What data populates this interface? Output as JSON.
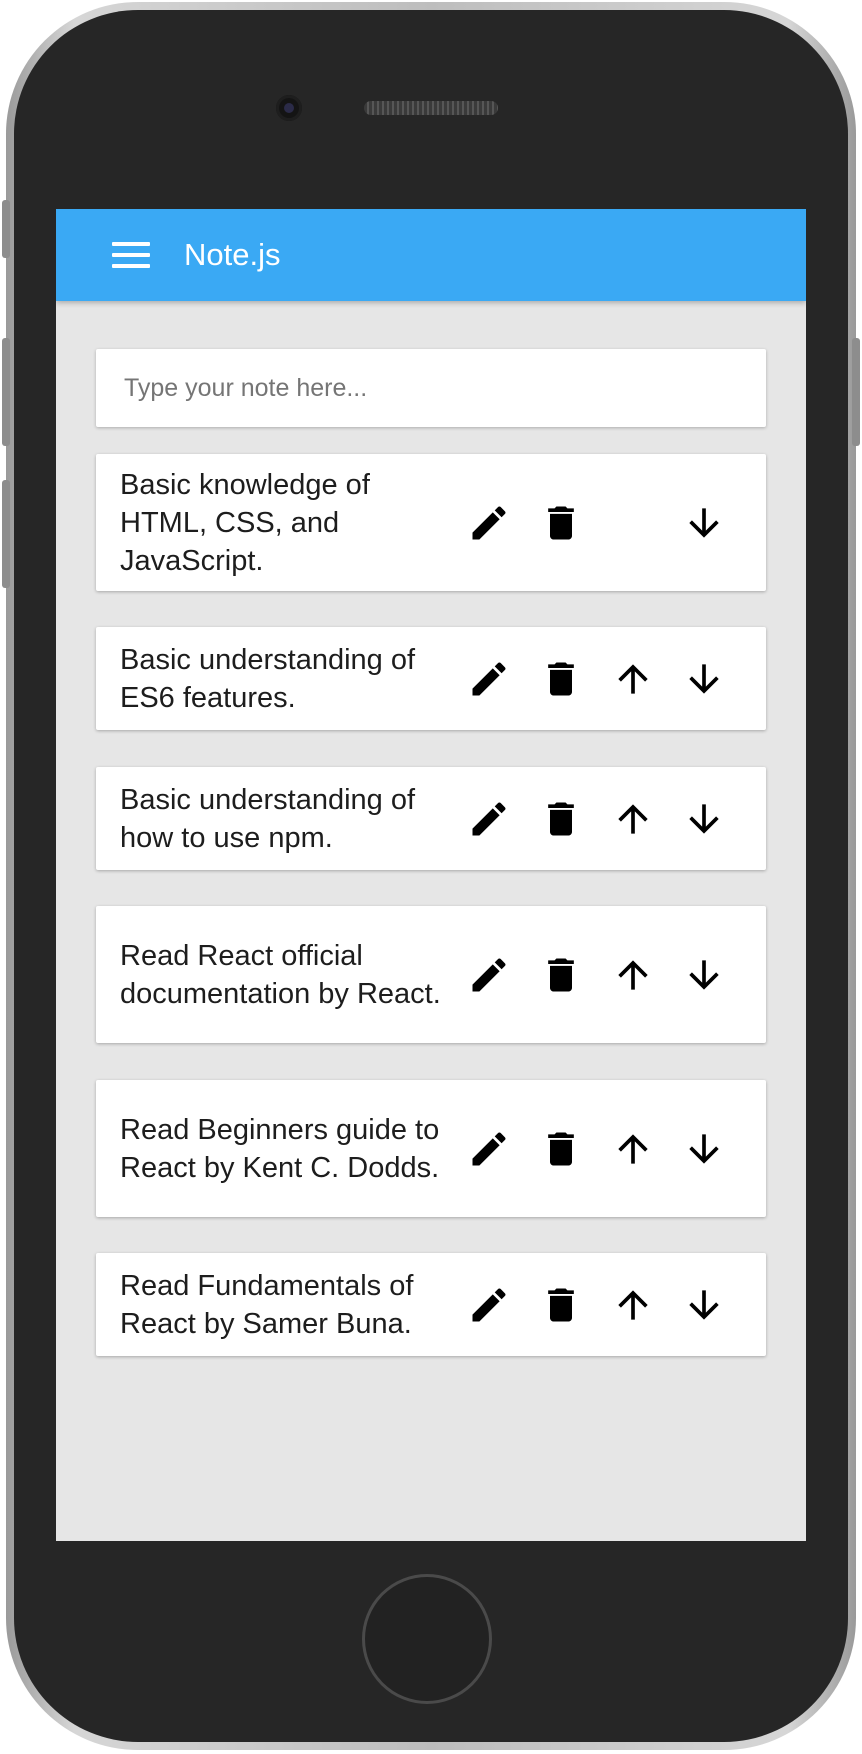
{
  "app": {
    "title": "Note.js",
    "accent_color": "#3aa9f4",
    "menu_icon": "hamburger-menu-icon"
  },
  "input": {
    "placeholder": "Type your note here...",
    "value": ""
  },
  "notes": [
    {
      "text": "Basic knowledge of HTML, CSS, and JavaScript.",
      "can_move_up": false,
      "can_move_down": true
    },
    {
      "text": "Basic understanding of ES6 features.",
      "can_move_up": true,
      "can_move_down": true
    },
    {
      "text": "Basic understanding of how to use npm.",
      "can_move_up": true,
      "can_move_down": true
    },
    {
      "text": "Read React official documentation by React.",
      "can_move_up": true,
      "can_move_down": true
    },
    {
      "text": "Read Beginners guide to React by Kent C. Dodds.",
      "can_move_up": true,
      "can_move_down": true
    },
    {
      "text": "Read Fundamentals of React by Samer Buna.",
      "can_move_up": true,
      "can_move_down": true
    }
  ],
  "note_actions": {
    "edit_icon": "pencil-icon",
    "delete_icon": "trash-icon",
    "move_up_icon": "arrow-up-icon",
    "move_down_icon": "arrow-down-icon"
  }
}
